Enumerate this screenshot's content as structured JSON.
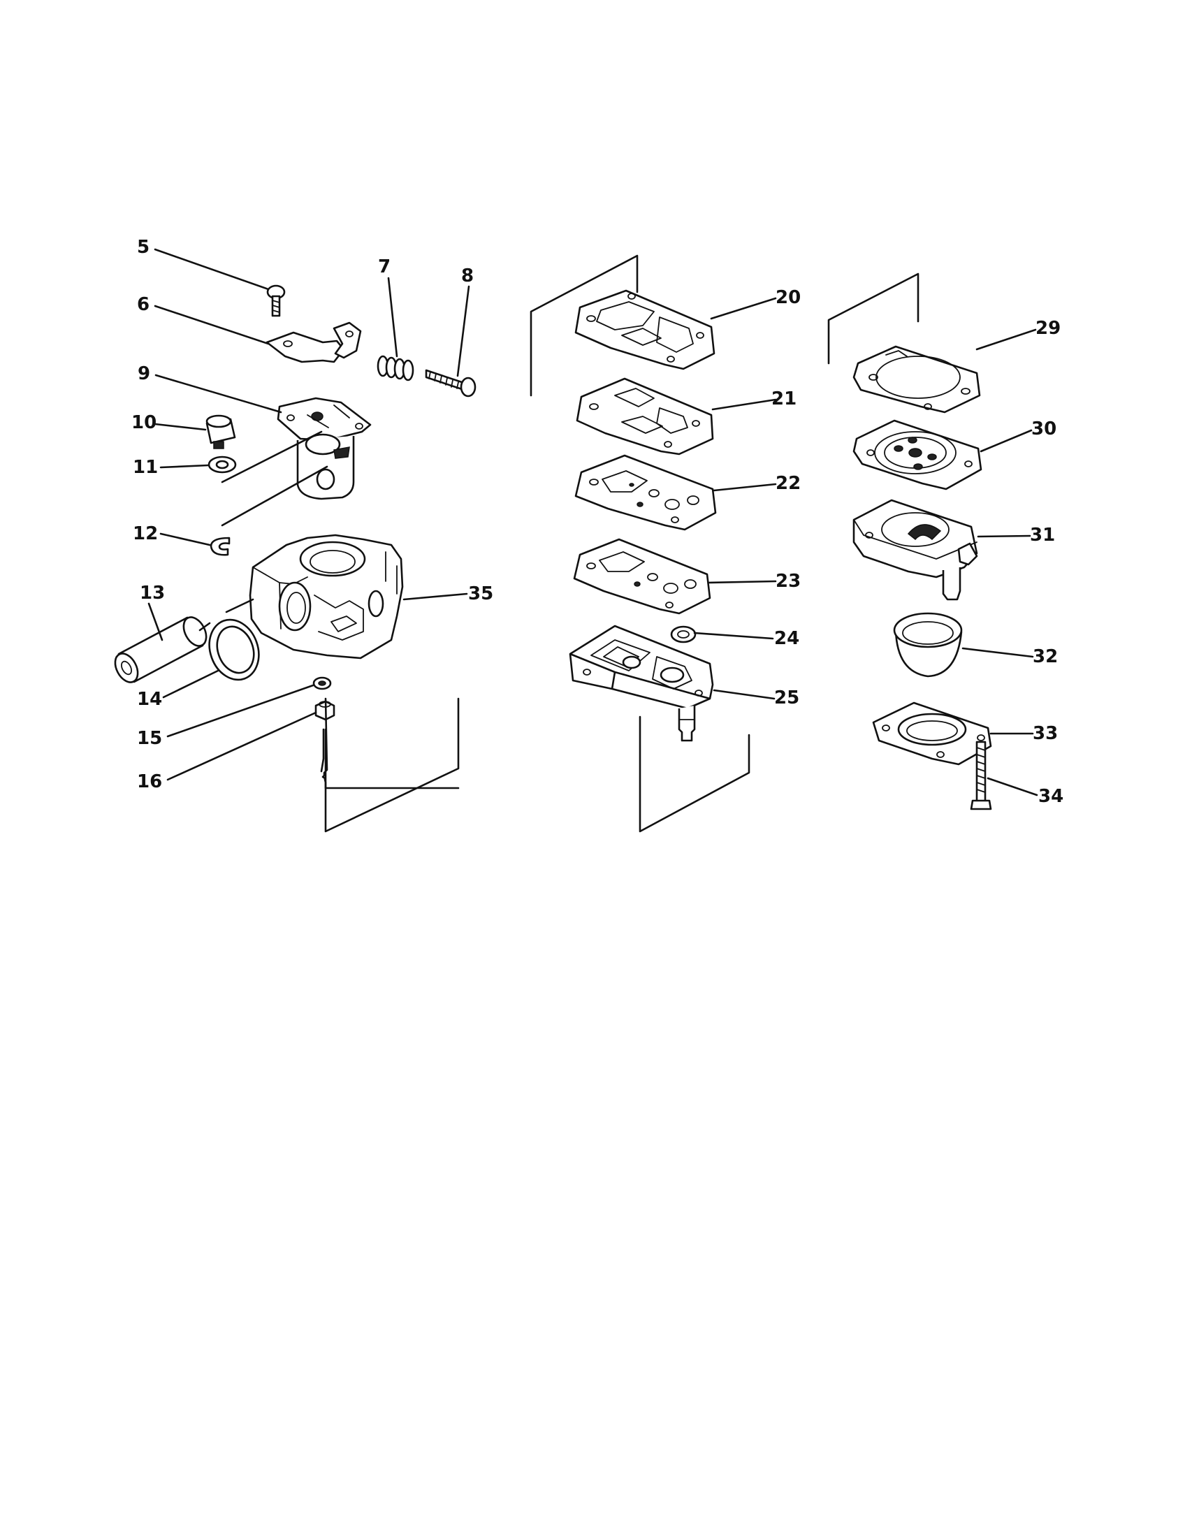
{
  "labels": {
    "p5": "5",
    "p6": "6",
    "p7": "7",
    "p8": "8",
    "p9": "9",
    "p10": "10",
    "p11": "11",
    "p12": "12",
    "p13": "13",
    "p14": "14",
    "p15": "15",
    "p16": "16",
    "p20": "20",
    "p21": "21",
    "p22": "22",
    "p23": "23",
    "p24": "24",
    "p25": "25",
    "p29": "29",
    "p30": "30",
    "p31": "31",
    "p32": "32",
    "p33": "33",
    "p34": "34",
    "p35": "35"
  }
}
